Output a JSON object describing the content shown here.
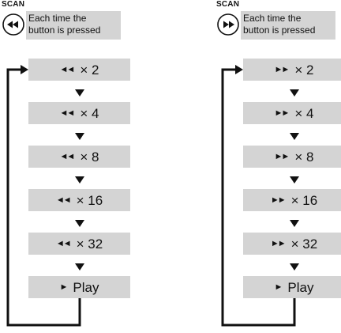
{
  "diagrams": [
    {
      "title": "SCAN",
      "note_line1": "Each time the",
      "note_line2": "button is pressed",
      "icon": "rewind-icon",
      "arrows": "◄◄",
      "steps": [
        "× 2",
        "× 4",
        "× 8",
        "× 16",
        "× 32"
      ],
      "final": "Play"
    },
    {
      "title": "SCAN",
      "note_line1": "Each time the",
      "note_line2": "button is pressed",
      "icon": "fast-forward-icon",
      "arrows": "►►",
      "steps": [
        "× 2",
        "× 4",
        "× 8",
        "× 16",
        "× 32"
      ],
      "final": "Play"
    }
  ],
  "play_glyph": "►"
}
